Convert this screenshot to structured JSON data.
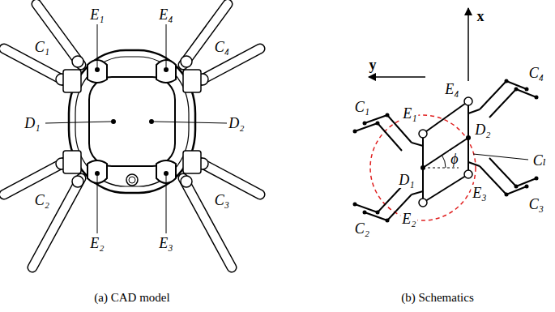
{
  "diagram": {
    "labels": [
      "E₁",
      "E₄",
      "C₁",
      "C₄",
      "D₁",
      "D₂",
      "C₂",
      "C₃",
      "E₂",
      "E₃",
      "(a) CAD model",
      "x",
      "y",
      "E₁",
      "E₄",
      "C₁",
      "C₄",
      "ϕ",
      "D₁",
      "D₂",
      "Cₗ",
      "C₃",
      "C₂",
      "E₂",
      "E₃",
      "(b) Schematics"
    ]
  }
}
